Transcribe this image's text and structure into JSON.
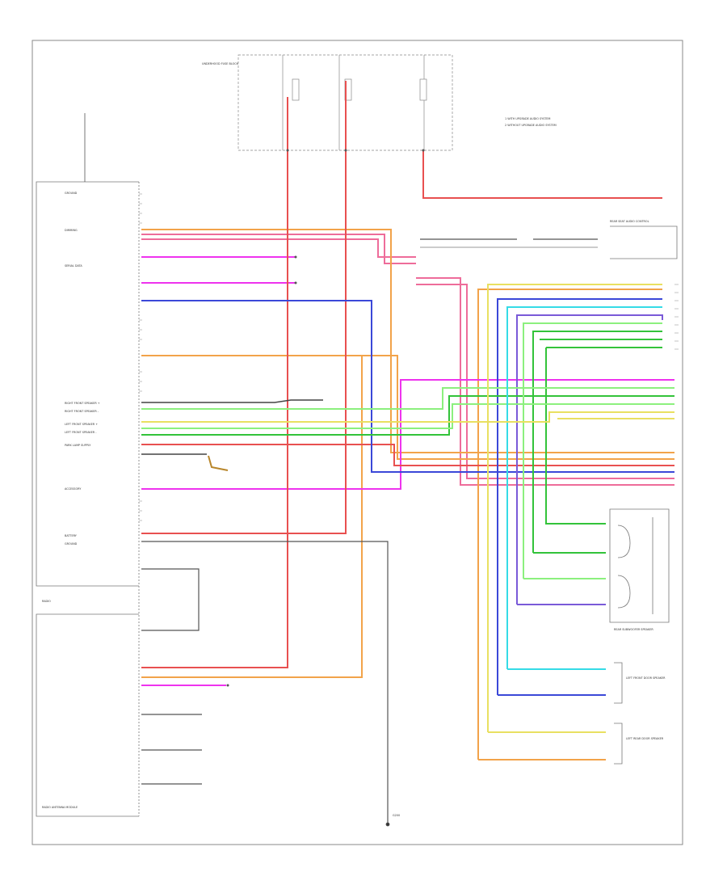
{
  "diagram": {
    "components": {
      "radio": "RADIO",
      "rear_subwoofer": "REAR SUBWOOFER SPEAKER",
      "left_front_speaker": "LEFT FRONT DOOR SPEAKER",
      "left_rear_speaker": "LEFT REAR DOOR SPEAKER",
      "rear_seat_audio": "REAR SEAT AUDIO CONTROL",
      "antenna_module": "RADIO ANTENNA MODULE",
      "fuse_block": "UNDERHOOD FUSE BLOCK",
      "ground": "G200"
    },
    "radio_pins": [
      "GROUND",
      "DIMMING",
      "SERIAL DATA",
      "RIGHT FRONT SPEAKER +",
      "RIGHT FRONT SPEAKER -",
      "LEFT FRONT SPEAKER +",
      "LEFT FRONT SPEAKER -",
      "PARK LAMP SUPPLY",
      "ACCESSORY",
      "BATTERY",
      "GROUND"
    ],
    "notes": [
      "1  WITH UPGRADE AUDIO SYSTEM",
      "2  WITHOUT UPGRADE AUDIO SYSTEM"
    ],
    "colors": {
      "orange": "#f2a34a",
      "pink": "#ee6c9a",
      "magenta": "#ee33ee",
      "red": "#e85050",
      "blue": "#3b48d8",
      "green": "#33c33a",
      "light_green": "#8cf07e",
      "cyan": "#35dbe6",
      "yellow": "#e9e061",
      "brown": "#b8862b",
      "black": "#333333",
      "gray": "#999999",
      "violet": "#7a5ad8",
      "frame": "#888888"
    }
  }
}
